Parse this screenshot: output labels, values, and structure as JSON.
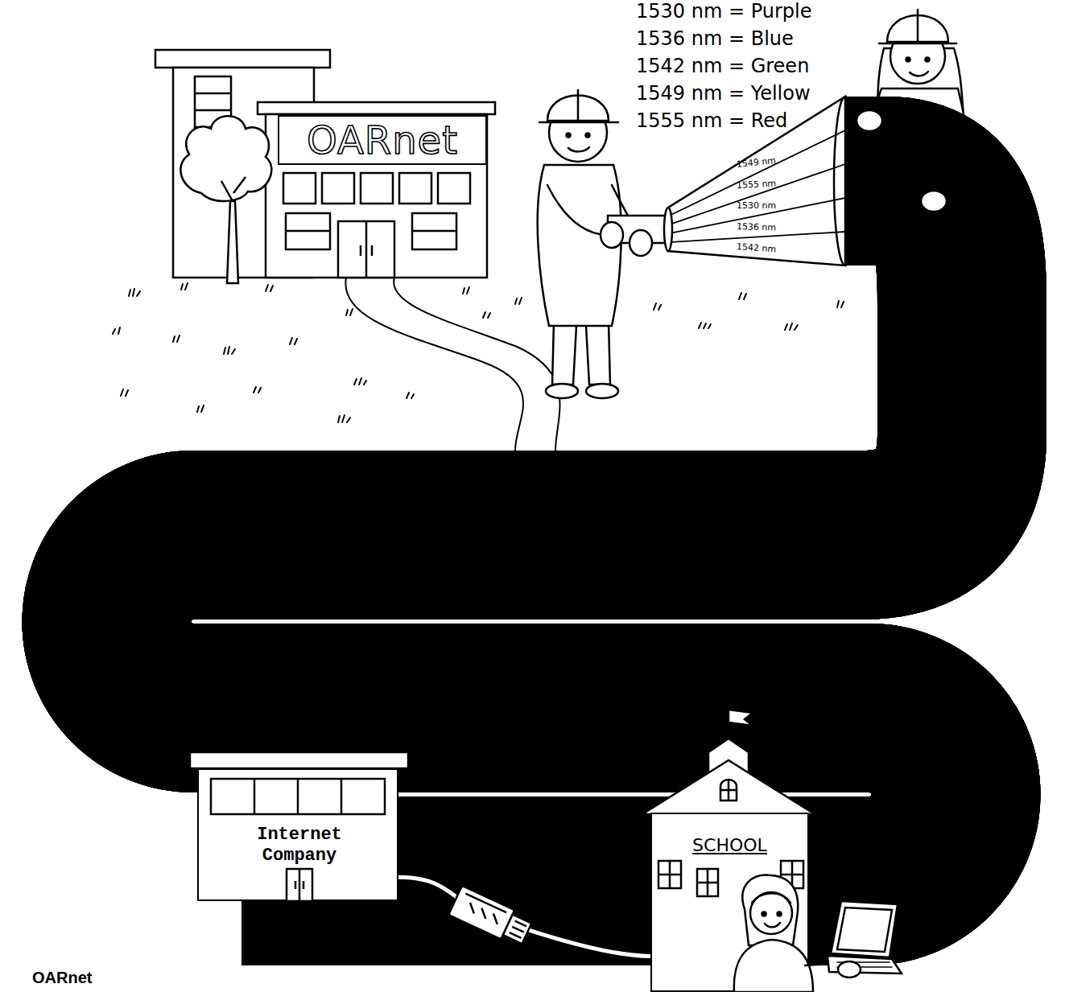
{
  "diagram": {
    "nodes": [
      {
        "text": [
          "OARnet"
        ]
      },
      {
        "text": [
          "Internet Company"
        ]
      },
      {
        "text": [
          "SCHOOL"
        ]
      }
    ],
    "edges": [
      {
        "from": 1,
        "to": 2,
        "arrow": "none"
      }
    ],
    "labels": [
      "1530 nm = Purple",
      "1536 nm = Blue",
      "1542 nm = Green",
      "1549 nm = Yellow",
      "1555 nm = Red",
      "1549 nm",
      "1555 nm",
      "1530 nm",
      "1536 nm",
      "1542 nm",
      "1555 nm",
      "1549 nm",
      "1542 nm",
      "1536 nm",
      "1530 nm",
      "OARnet"
    ]
  }
}
